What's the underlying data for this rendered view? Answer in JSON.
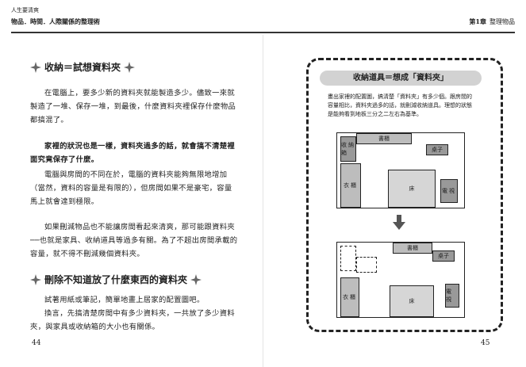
{
  "header": {
    "book_title": "人生要清爽",
    "subtitle": "物品．時間．人際關係的整理術",
    "chapter_label": "第1章",
    "chapter_title": "整理物品"
  },
  "left_page": {
    "heading1": "收納＝試想資料夾",
    "para1": "在電腦上，要多少新的資料夾就能製造多少。儘致一來就製造了一堆、保存一堆，到最後，什麼資料夾裡保存什麼物品都搞混了。",
    "para2_bold": "家裡的狀況也是一樣，資料夾過多的話，就會搞不清楚裡面究竟保存了什麼。",
    "para3": "電腦與房間的不同在於，電腦的資料夾能夠無限地增加（當然，資料的容量是有限的），但房間如果不是豪宅，容量馬上就會達到極限。",
    "para4": "如果刪減物品也不能讓房間看起來清爽，那可能跟資料夾──也就是家具、收納道具等過多有關。為了不超出房間承載的容量，就不得不刪減幾個資料夾。",
    "heading2": "刪除不知道放了什麼東西的資料夾",
    "para5": "試著用紙或筆記，簡單地畫上居家的配置圖吧。",
    "para6": "換言，先搞清楚房間中有多少資料夾，一共放了多少資料夾，與家具或收納箱的大小也有關係。",
    "page_number": "44"
  },
  "right_page": {
    "panel_title": "收納道具＝想成「資料夾」",
    "panel_desc": "畫出家裡的配置圖，搞清楚「資料夾」有多少個。跟房間的容量相比，資料夾過多的話，就刪減收納道具。理想的狀態是能夠看到地板三分之二左右為基準。",
    "labels": {
      "storage_box": "收納箱",
      "bookshelf": "書櫃",
      "desk": "桌子",
      "wardrobe": "衣櫃",
      "bed": "床",
      "tv": "電視"
    },
    "page_number": "45"
  }
}
